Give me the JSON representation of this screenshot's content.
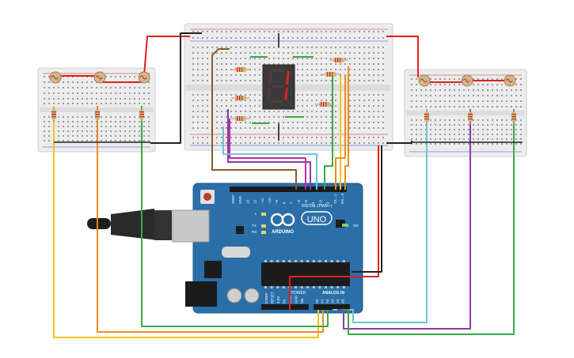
{
  "board": {
    "brand": "ARDUINO",
    "model": "UNO",
    "digital_header": "DIGITAL (PWM~)",
    "analog_header": "ANALOG IN",
    "power_header": "POWER",
    "on_label": "ON",
    "tx_label": "TX",
    "rx_label": "RX",
    "l_label": "L",
    "digital_pins": [
      "AREF",
      "GND",
      "13",
      "12",
      "~11",
      "~10",
      "~9",
      "8",
      "7",
      "~6",
      "~5",
      "4",
      "~3",
      "2",
      "TX→1",
      "RX←0"
    ],
    "analog_pins": [
      "A0",
      "A1",
      "A2",
      "A3",
      "A4",
      "A5"
    ],
    "power_pins": [
      "IOREF",
      "RESET",
      "3.3V",
      "5V",
      "GND",
      "GND",
      "Vin"
    ]
  },
  "display": {
    "shown_digit": "1",
    "segment_color": "#e02020"
  },
  "colors": {
    "board_blue": "#2a6fa8",
    "breadboard": "#ececec",
    "rail_red": "#e02020",
    "rail_blue": "#2255cc"
  },
  "wire_colors": [
    "#e02020",
    "#222222",
    "#f5c518",
    "#f08a1d",
    "#3aa84a",
    "#6bc4d6",
    "#8a3aa8",
    "#c828a8",
    "#8a5a2b"
  ]
}
